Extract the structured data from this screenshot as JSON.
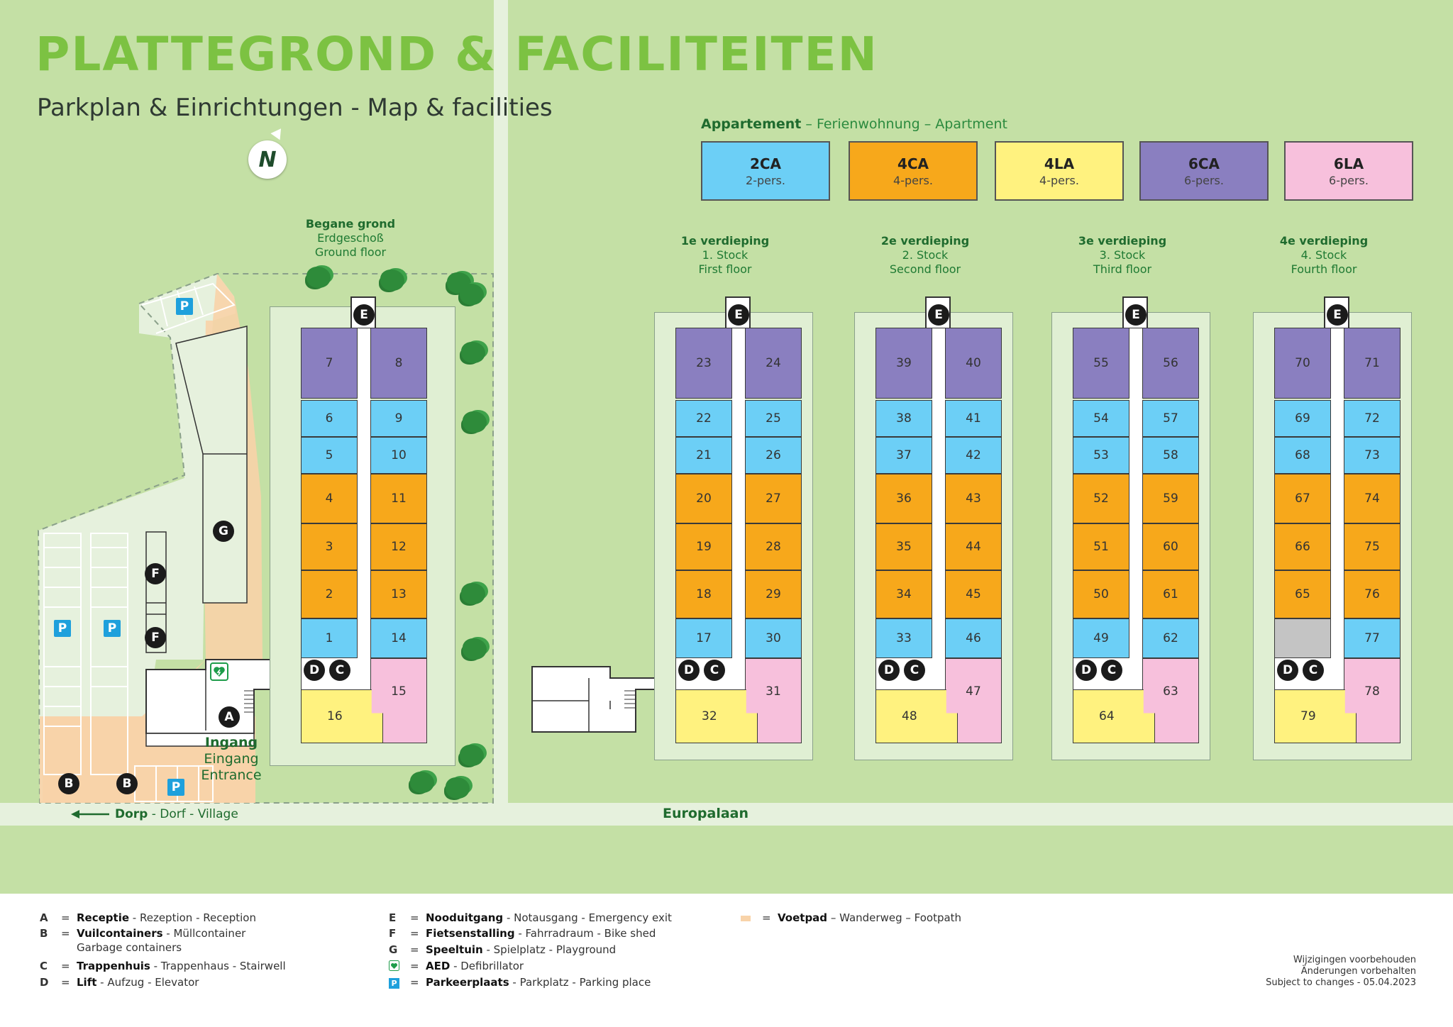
{
  "header": {
    "title": "PLATTEGROND & FACILITEITEN",
    "subtitle": "Parkplan & Einrichtungen  - Map & facilities",
    "compass_label": "N"
  },
  "apartment_legend": {
    "title_bold": "Appartement",
    "title_rest": " – Ferienwohnung – Apartment",
    "types": [
      {
        "code": "2CA",
        "persons": "2-pers.",
        "color": "#6ccff6"
      },
      {
        "code": "4CA",
        "persons": "4-pers.",
        "color": "#f7a81b"
      },
      {
        "code": "4LA",
        "persons": "4-pers.",
        "color": "#fff27f"
      },
      {
        "code": "6CA",
        "persons": "6-pers.",
        "color": "#8a7fc0"
      },
      {
        "code": "6LA",
        "persons": "6-pers.",
        "color": "#f7c0dc"
      }
    ]
  },
  "floors": [
    {
      "nl": "Begane grond",
      "de": "Erdgeschoß",
      "en": "Ground floor",
      "units": {
        "top_l": "7",
        "top_r": "8",
        "b1_l": "6",
        "b1_r": "9",
        "b2_l": "5",
        "b2_r": "10",
        "o1_l": "4",
        "o1_r": "11",
        "o2_l": "3",
        "o2_r": "12",
        "o3_l": "2",
        "o3_r": "13",
        "b3_l": "1",
        "b3_r": "14",
        "pink": "15",
        "yellow": "16"
      }
    },
    {
      "nl": "1e verdieping",
      "de": "1. Stock",
      "en": "First floor",
      "units": {
        "top_l": "23",
        "top_r": "24",
        "b1_l": "22",
        "b1_r": "25",
        "b2_l": "21",
        "b2_r": "26",
        "o1_l": "20",
        "o1_r": "27",
        "o2_l": "19",
        "o2_r": "28",
        "o3_l": "18",
        "o3_r": "29",
        "b3_l": "17",
        "b3_r": "30",
        "pink": "31",
        "yellow": "32"
      }
    },
    {
      "nl": "2e verdieping",
      "de": "2. Stock",
      "en": "Second floor",
      "units": {
        "top_l": "39",
        "top_r": "40",
        "b1_l": "38",
        "b1_r": "41",
        "b2_l": "37",
        "b2_r": "42",
        "o1_l": "36",
        "o1_r": "43",
        "o2_l": "35",
        "o2_r": "44",
        "o3_l": "34",
        "o3_r": "45",
        "b3_l": "33",
        "b3_r": "46",
        "pink": "47",
        "yellow": "48"
      }
    },
    {
      "nl": "3e verdieping",
      "de": "3. Stock",
      "en": "Third floor",
      "units": {
        "top_l": "55",
        "top_r": "56",
        "b1_l": "54",
        "b1_r": "57",
        "b2_l": "53",
        "b2_r": "58",
        "o1_l": "52",
        "o1_r": "59",
        "o2_l": "51",
        "o2_r": "60",
        "o3_l": "50",
        "o3_r": "61",
        "b3_l": "49",
        "b3_r": "62",
        "pink": "63",
        "yellow": "64"
      }
    },
    {
      "nl": "4e verdieping",
      "de": "4. Stock",
      "en": "Fourth floor",
      "units": {
        "top_l": "70",
        "top_r": "71",
        "b1_l": "69",
        "b1_r": "72",
        "b2_l": "68",
        "b2_r": "73",
        "o1_l": "67",
        "o1_r": "74",
        "o2_l": "66",
        "o2_r": "75",
        "o3_l": "65",
        "o3_r": "76",
        "b3_l": "",
        "b3_r": "77",
        "pink": "78",
        "yellow": "79"
      }
    }
  ],
  "map_labels": {
    "road": "Europalaan",
    "dorp_bold": "Dorp",
    "dorp_rest": " - Dorf - Village",
    "ingang_nl": "Ingang",
    "ingang_de": "Eingang",
    "ingang_en": "Entrance",
    "badge_a": "A",
    "badge_b": "B",
    "badge_c": "C",
    "badge_d": "D",
    "badge_e": "E",
    "badge_f": "F",
    "badge_g": "G",
    "parking": "P"
  },
  "key": [
    {
      "letter": "A",
      "bold": "Receptie",
      "rest": " - Rezeption - Reception"
    },
    {
      "letter": "B",
      "bold": "Vuilcontainers",
      "rest": " - Müllcontainer",
      "line2": "Garbage containers"
    },
    {
      "letter": "C",
      "bold": "Trappenhuis",
      "rest": " - Trappenhaus - Stairwell"
    },
    {
      "letter": "D",
      "bold": "Lift",
      "rest": " - Aufzug - Elevator"
    },
    {
      "letter": "E",
      "bold": "Nooduitgang",
      "rest": " - Notausgang - Emergency exit"
    },
    {
      "letter": "F",
      "bold": "Fietsenstalling",
      "rest": " - Fahrradraum - Bike shed"
    },
    {
      "letter": "G",
      "bold": "Speeltuin",
      "rest": " - Spielplatz - Playground"
    },
    {
      "letter": "",
      "icon": "aed-icon",
      "bold": "AED",
      "rest": " - Defibrillator"
    },
    {
      "letter": "",
      "icon": "parking-icon",
      "bold": "Parkeerplaats",
      "rest": " - Parkplatz - Parking place"
    },
    {
      "letter": "",
      "icon": "footpath-swatch",
      "bold": "Voetpad",
      "rest": " – Wanderweg – Footpath"
    }
  ],
  "key_eq": "=",
  "notice": {
    "l1": "Wijzigingen voorbehouden",
    "l2": "Änderungen vorbehalten",
    "l3": "Subject to changes - 05.04.2023"
  },
  "colors": {
    "grass": "#c4e0a5",
    "grass_light": "#e6f1dd",
    "footpath": "#f8d3a9",
    "title_green": "#7cc242",
    "grey_unit": "#c4c4c4"
  }
}
